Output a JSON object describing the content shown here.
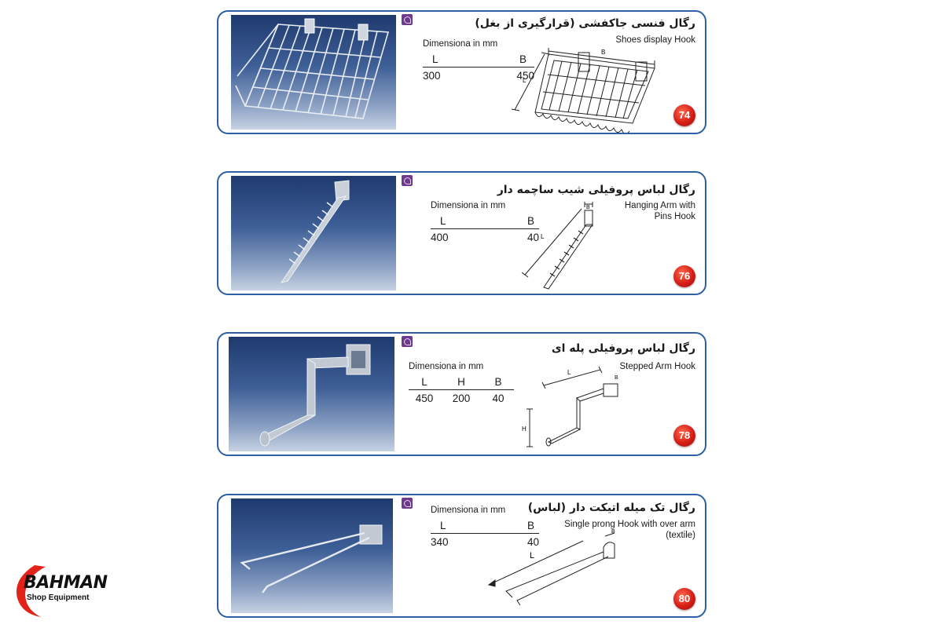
{
  "colors": {
    "card_border": "#2f5fa3",
    "badge": "#d71d16",
    "logo_red": "#e2231a"
  },
  "products": [
    {
      "title_fa": "رگال فنسی جاکفشی (قرارگیری از بغل)",
      "title_en": [
        "Shoes display Hook"
      ],
      "dims_caption": "Dimensiona in mm",
      "headers": [
        "L",
        "B"
      ],
      "values": [
        "300",
        "450"
      ],
      "number": "74",
      "drawing_labels": {
        "B": "B",
        "L": "L"
      }
    },
    {
      "title_fa": "رگال لباس پروفیلی شیب ساچمه دار",
      "title_en": [
        "Hanging Arm with",
        "Pins Hook"
      ],
      "dims_caption": "Dimensiona in mm",
      "headers": [
        "L",
        "B"
      ],
      "values": [
        "400",
        "40"
      ],
      "number": "76",
      "drawing_labels": {
        "B": "B",
        "L": "L"
      }
    },
    {
      "title_fa": "رگال لباس پروفیلی پله ای",
      "title_en": [
        "Stepped Arm Hook"
      ],
      "dims_caption": "Dimensiona in mm",
      "headers": [
        "L",
        "H",
        "B"
      ],
      "values": [
        "450",
        "200",
        "40"
      ],
      "number": "78",
      "drawing_labels": {
        "B": "B",
        "L": "L",
        "H": "H"
      }
    },
    {
      "title_fa": "رگال تک میله اتیکت دار (لباس)",
      "title_en": [
        "Single prong Hook with over arm",
        "(textile)"
      ],
      "dims_caption": "Dimensiona in mm",
      "headers": [
        "L",
        "B"
      ],
      "values": [
        "340",
        "40"
      ],
      "number": "80",
      "drawing_labels": {
        "B": "B",
        "L": "L"
      }
    }
  ],
  "logo": {
    "name": "BAHMAN",
    "tagline": "Shop Equipment"
  }
}
